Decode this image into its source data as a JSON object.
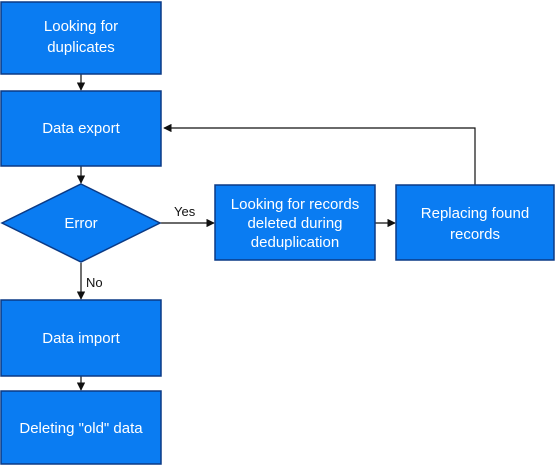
{
  "nodes": {
    "looking_for_duplicates": {
      "line1": "Looking for",
      "line2": "duplicates"
    },
    "data_export": {
      "label": "Data export"
    },
    "error_decision": {
      "label": "Error"
    },
    "looking_for_deleted": {
      "line1": "Looking for records",
      "line2": "deleted during",
      "line3": "deduplication"
    },
    "replacing_found": {
      "line1": "Replacing found",
      "line2": "records"
    },
    "data_import": {
      "label": "Data import"
    },
    "deleting_old": {
      "label": "Deleting \"old\" data"
    }
  },
  "edges": {
    "yes_label": "Yes",
    "no_label": "No"
  },
  "colors": {
    "node_fill": "#0a7cf2",
    "node_stroke": "#0b3a85",
    "node_text": "#ffffff",
    "edge": "#111111"
  }
}
